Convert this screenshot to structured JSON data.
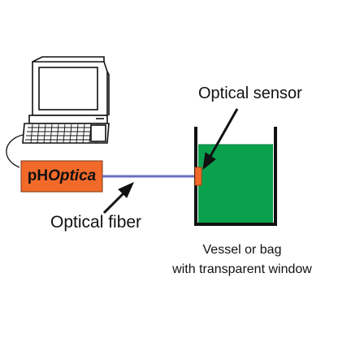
{
  "labels": {
    "optical_sensor": "Optical sensor",
    "optical_fiber": "Optical fiber",
    "vessel_line1": "Vessel or bag",
    "vessel_line2": "with transparent window"
  },
  "device": {
    "brand_prefix": "pH",
    "brand_suffix": "Optica"
  },
  "colors": {
    "device_fill": "#f26a2a",
    "fiber": "#6b6fc0",
    "liquid": "#0aa14d",
    "sensor": "#f26a2a",
    "outline": "#111111"
  },
  "icons": [
    "computer-icon",
    "arrow-icon"
  ]
}
